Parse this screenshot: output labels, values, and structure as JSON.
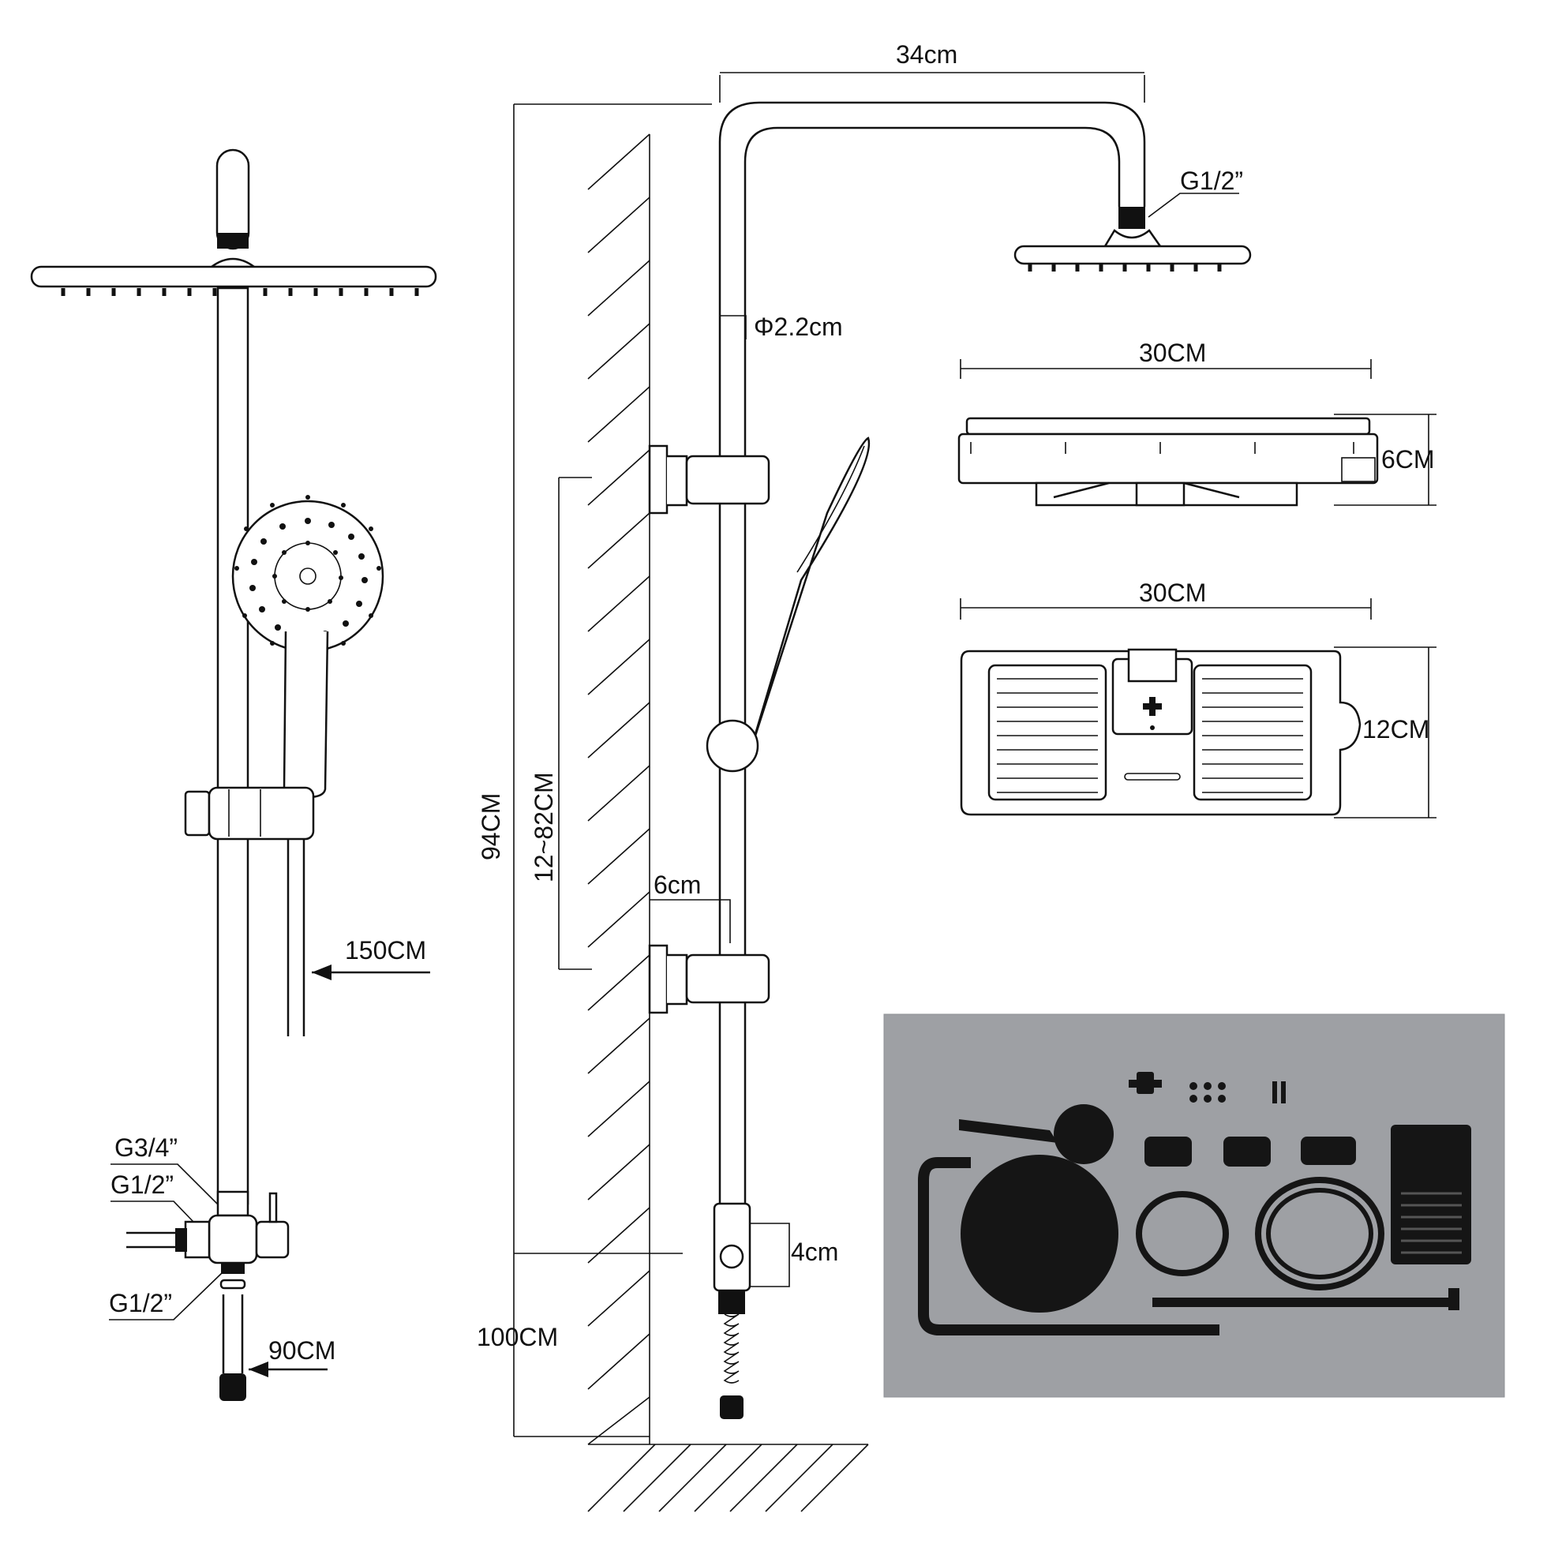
{
  "labels": {
    "arm_length": "34cm",
    "head_thread": "G1/2”",
    "pipe_diameter": "Φ2.2cm",
    "shelf_width_side": "30CM",
    "shelf_height": "6CM",
    "shelf_width_top": "30CM",
    "shelf_depth": "12CM",
    "total_height": "94CM",
    "slide_range": "12~82CM",
    "bracket_offset": "6cm",
    "hose_length": "150CM",
    "inlet_top": "G3/4”",
    "inlet_side": "G1/2”",
    "inlet_bottom": "G1/2”",
    "pipe_length": "90CM",
    "outlet_height": "4cm",
    "install_height": "100CM"
  },
  "colors": {
    "line": "#111111",
    "photo_bg": "#9ea0a4",
    "product_black": "#151515"
  },
  "icons": [
    "rain-shower-head-icon",
    "hand-shower-icon",
    "wall-bracket-icon",
    "diverter-valve-icon",
    "soap-shelf-icon",
    "hose-coil-icon"
  ]
}
